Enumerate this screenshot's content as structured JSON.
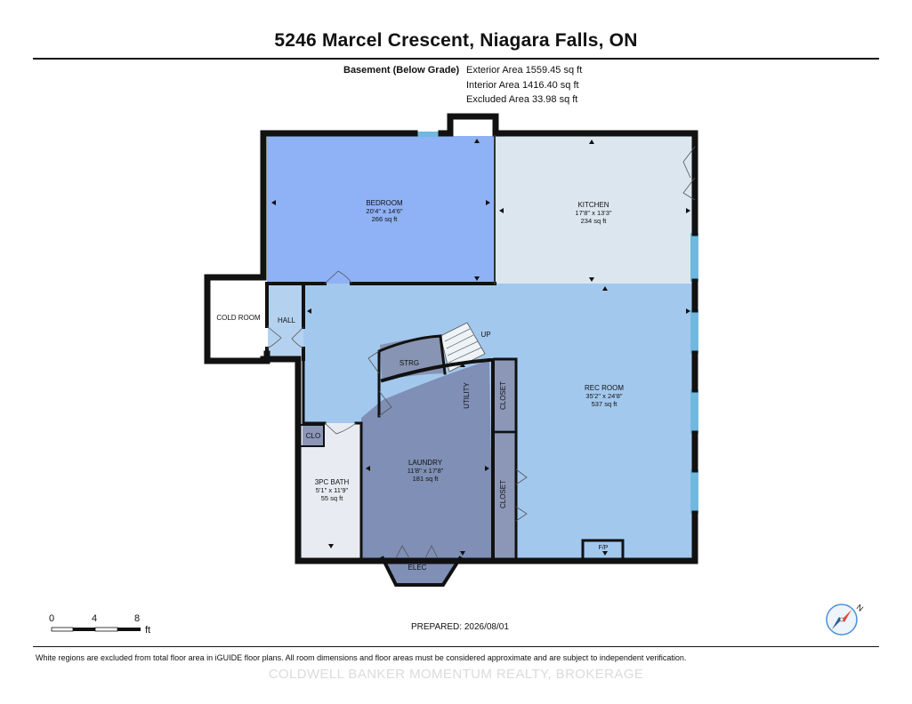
{
  "header": {
    "title": "5246 Marcel Crescent, Niagara Falls, ON"
  },
  "area_summary": {
    "level_label": "Basement (Below Grade)",
    "exterior": "Exterior Area 1559.45 sq ft",
    "interior": "Interior Area 1416.40 sq ft",
    "excluded": "Excluded Area 33.98 sq ft"
  },
  "rooms": {
    "bedroom": {
      "name": "BEDROOM",
      "dims": "20'4\" x 14'6\"",
      "area": "266 sq ft"
    },
    "kitchen": {
      "name": "KITCHEN",
      "dims": "17'8\" x 13'3\"",
      "area": "234 sq ft"
    },
    "rec_room": {
      "name": "REC ROOM",
      "dims": "35'2\" x 24'8\"",
      "area": "537 sq ft"
    },
    "laundry": {
      "name": "LAUNDRY",
      "dims": "11'8\" x 17'8\"",
      "area": "181 sq ft"
    },
    "bath": {
      "name": "3PC BATH",
      "dims": "5'1\" x 11'9\"",
      "area": "55 sq ft"
    },
    "cold_room": {
      "name": "COLD ROOM"
    },
    "hall": {
      "name": "HALL"
    },
    "storage": {
      "name": "STRG"
    },
    "utility": {
      "name": "UTILITY"
    },
    "closet_upper": {
      "name": "CLOSET"
    },
    "closet_lower": {
      "name": "CLOSET"
    },
    "clo": {
      "name": "CLO"
    },
    "elec": {
      "name": "ELEC"
    },
    "fireplace": {
      "name": "F/P"
    },
    "stairs_up": {
      "name": "UP"
    }
  },
  "colors": {
    "wall": "#111111",
    "bedroom": "#8fb1f5",
    "kitchen": "#dce6ef",
    "rec_room": "#a3c8ee",
    "laundry": "#7f8fb5",
    "bath": "#e8ecf2",
    "storage": "#8894b3",
    "closet": "#8c97b8",
    "window": "#6fb9df"
  },
  "scale": {
    "tick_0": "0",
    "tick_4": "4",
    "tick_8": "8",
    "unit": "ft"
  },
  "compass": {
    "north_label": "N"
  },
  "footer": {
    "prepared": "PREPARED: 2026/08/01",
    "disclaimer": "White regions are excluded from total floor area in iGUIDE floor plans. All room dimensions and floor areas must be considered approximate and are subject to independent verification.",
    "watermark": "COLDWELL BANKER MOMENTUM REALTY, BROKERAGE"
  }
}
